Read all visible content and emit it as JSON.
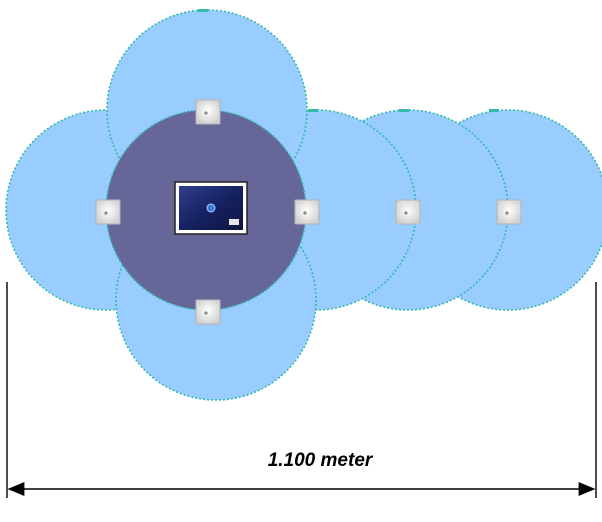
{
  "diagram": {
    "dimension_label": "1.100 meter",
    "colors": {
      "coverage_fill": "#99ccff",
      "coverage_border": "#33bbaa",
      "center_fill": "#666699",
      "sensor_body": "#e6e6e6",
      "device_panel": "#1a2a6e",
      "device_frame": "#ffffff",
      "dimension_line": "#000000"
    },
    "elements": {
      "coverage_zones": 6,
      "sensors": 6,
      "central_device": 1
    }
  }
}
